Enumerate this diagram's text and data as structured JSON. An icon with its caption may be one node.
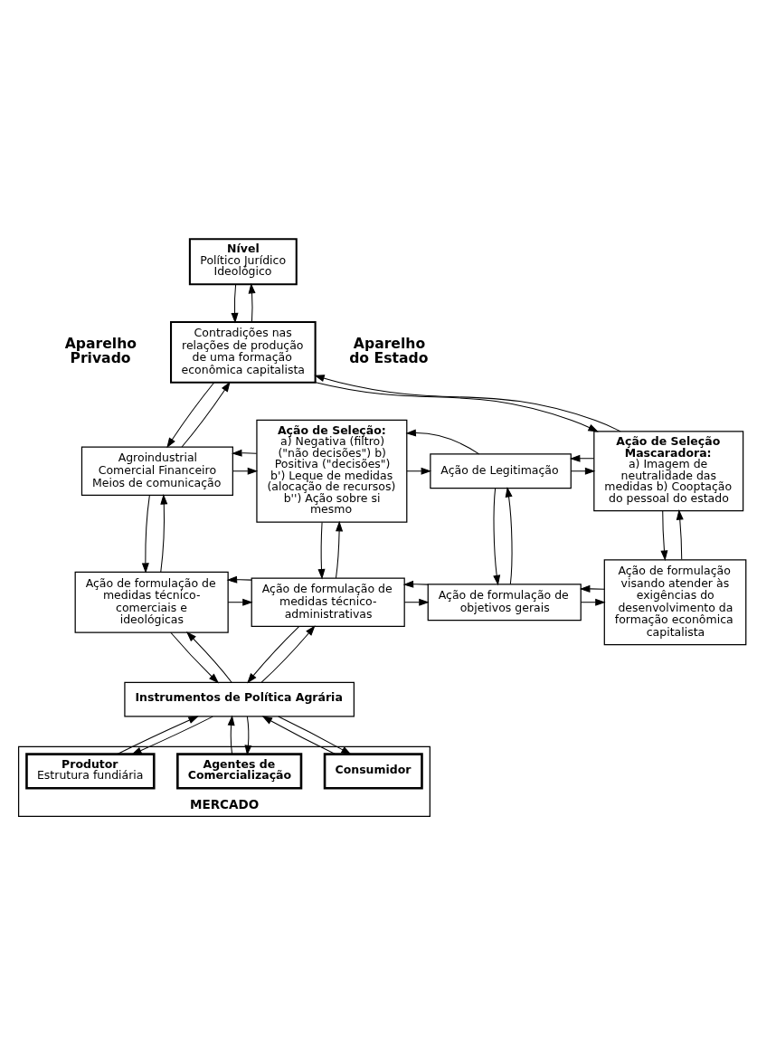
{
  "diagram": {
    "nodes": [
      {
        "text": [
          "Nível",
          "Político Jurídico Ideológico"
        ]
      },
      {
        "text": [
          "Contradições nas relações de produção de uma formação econômica capitalista"
        ]
      },
      {
        "text": [
          "Agroindustrial Comercial Financeiro Meios de comunicação"
        ]
      },
      {
        "text": [
          "Ação de Seleção:",
          "a) Negativa (filtro) (\"não decisões\") b) Positiva (\"decisões\") b') Leque de medidas (alocação de recursos) b'') Ação sobre si mesmo"
        ]
      },
      {
        "text": [
          "Ação de Legitimação"
        ]
      },
      {
        "text": [
          "Ação de Seleção Mascaradora:",
          "a) Imagem de neutralidade das medidas b) Cooptação do pessoal do estado"
        ]
      },
      {
        "text": [
          "Ação de formulação de medidas técnico-comerciais e ideológicas"
        ]
      },
      {
        "text": [
          "Ação de formulação de medidas técnico-administrativas"
        ]
      },
      {
        "text": [
          "Ação de formulação de objetivos gerais"
        ]
      },
      {
        "text": [
          "Ação de formulação visando atender às exigências do desenvolvimento da formação econômica capitalista"
        ]
      },
      {
        "text": [
          "Instrumentos de Política Agrária"
        ]
      },
      {
        "text": [
          "MERCADO"
        ]
      },
      {
        "text": [
          "Produtor",
          "Estrutura fundiária"
        ],
        "in": 11
      },
      {
        "text": [
          "Agentes de Comercialização"
        ],
        "in": 11
      },
      {
        "text": [
          "Consumidor"
        ],
        "in": 11
      }
    ],
    "edges": [
      {
        "from": 1,
        "to": 0,
        "arrow": "to"
      },
      {
        "from": 0,
        "to": 1,
        "arrow": "to"
      },
      {
        "from": 1,
        "to": 2,
        "arrow": "to"
      },
      {
        "from": 2,
        "to": 1,
        "arrow": "to"
      },
      {
        "from": 5,
        "to": 1,
        "arrow": "to"
      },
      {
        "from": 1,
        "to": 5,
        "arrow": "to"
      },
      {
        "from": 2,
        "to": 3,
        "arrow": "to"
      },
      {
        "from": 3,
        "to": 2,
        "arrow": "to"
      },
      {
        "from": 3,
        "to": 4,
        "arrow": "to"
      },
      {
        "from": 4,
        "to": 3,
        "arrow": "to"
      },
      {
        "from": 4,
        "to": 5,
        "arrow": "to"
      },
      {
        "from": 5,
        "to": 4,
        "arrow": "to"
      },
      {
        "from": 6,
        "to": 2,
        "arrow": "to"
      },
      {
        "from": 2,
        "to": 6,
        "arrow": "to"
      },
      {
        "from": 7,
        "to": 3,
        "arrow": "to"
      },
      {
        "from": 3,
        "to": 7,
        "arrow": "to"
      },
      {
        "from": 8,
        "to": 4,
        "arrow": "to"
      },
      {
        "from": 4,
        "to": 8,
        "arrow": "to"
      },
      {
        "from": 9,
        "to": 5,
        "arrow": "to"
      },
      {
        "from": 5,
        "to": 9,
        "arrow": "to"
      },
      {
        "from": 6,
        "to": 7,
        "arrow": "to"
      },
      {
        "from": 7,
        "to": 6,
        "arrow": "to"
      },
      {
        "from": 7,
        "to": 8,
        "arrow": "to"
      },
      {
        "from": 8,
        "to": 7,
        "arrow": "to"
      },
      {
        "from": 8,
        "to": 9,
        "arrow": "to"
      },
      {
        "from": 9,
        "to": 8,
        "arrow": "to"
      },
      {
        "from": 10,
        "to": 6,
        "arrow": "to"
      },
      {
        "from": 6,
        "to": 10,
        "arrow": "to"
      },
      {
        "from": 10,
        "to": 7,
        "arrow": "to"
      },
      {
        "from": 7,
        "to": 10,
        "arrow": "to"
      },
      {
        "from": 12,
        "to": 10,
        "arrow": "to"
      },
      {
        "from": 10,
        "to": 12,
        "arrow": "to"
      },
      {
        "from": 13,
        "to": 10,
        "arrow": "to"
      },
      {
        "from": 10,
        "to": 13,
        "arrow": "to"
      },
      {
        "from": 14,
        "to": 10,
        "arrow": "to"
      },
      {
        "from": 10,
        "to": 14,
        "arrow": "to"
      }
    ],
    "labels": [
      "Aparelho Privado",
      "Aparelho do Estado"
    ]
  }
}
